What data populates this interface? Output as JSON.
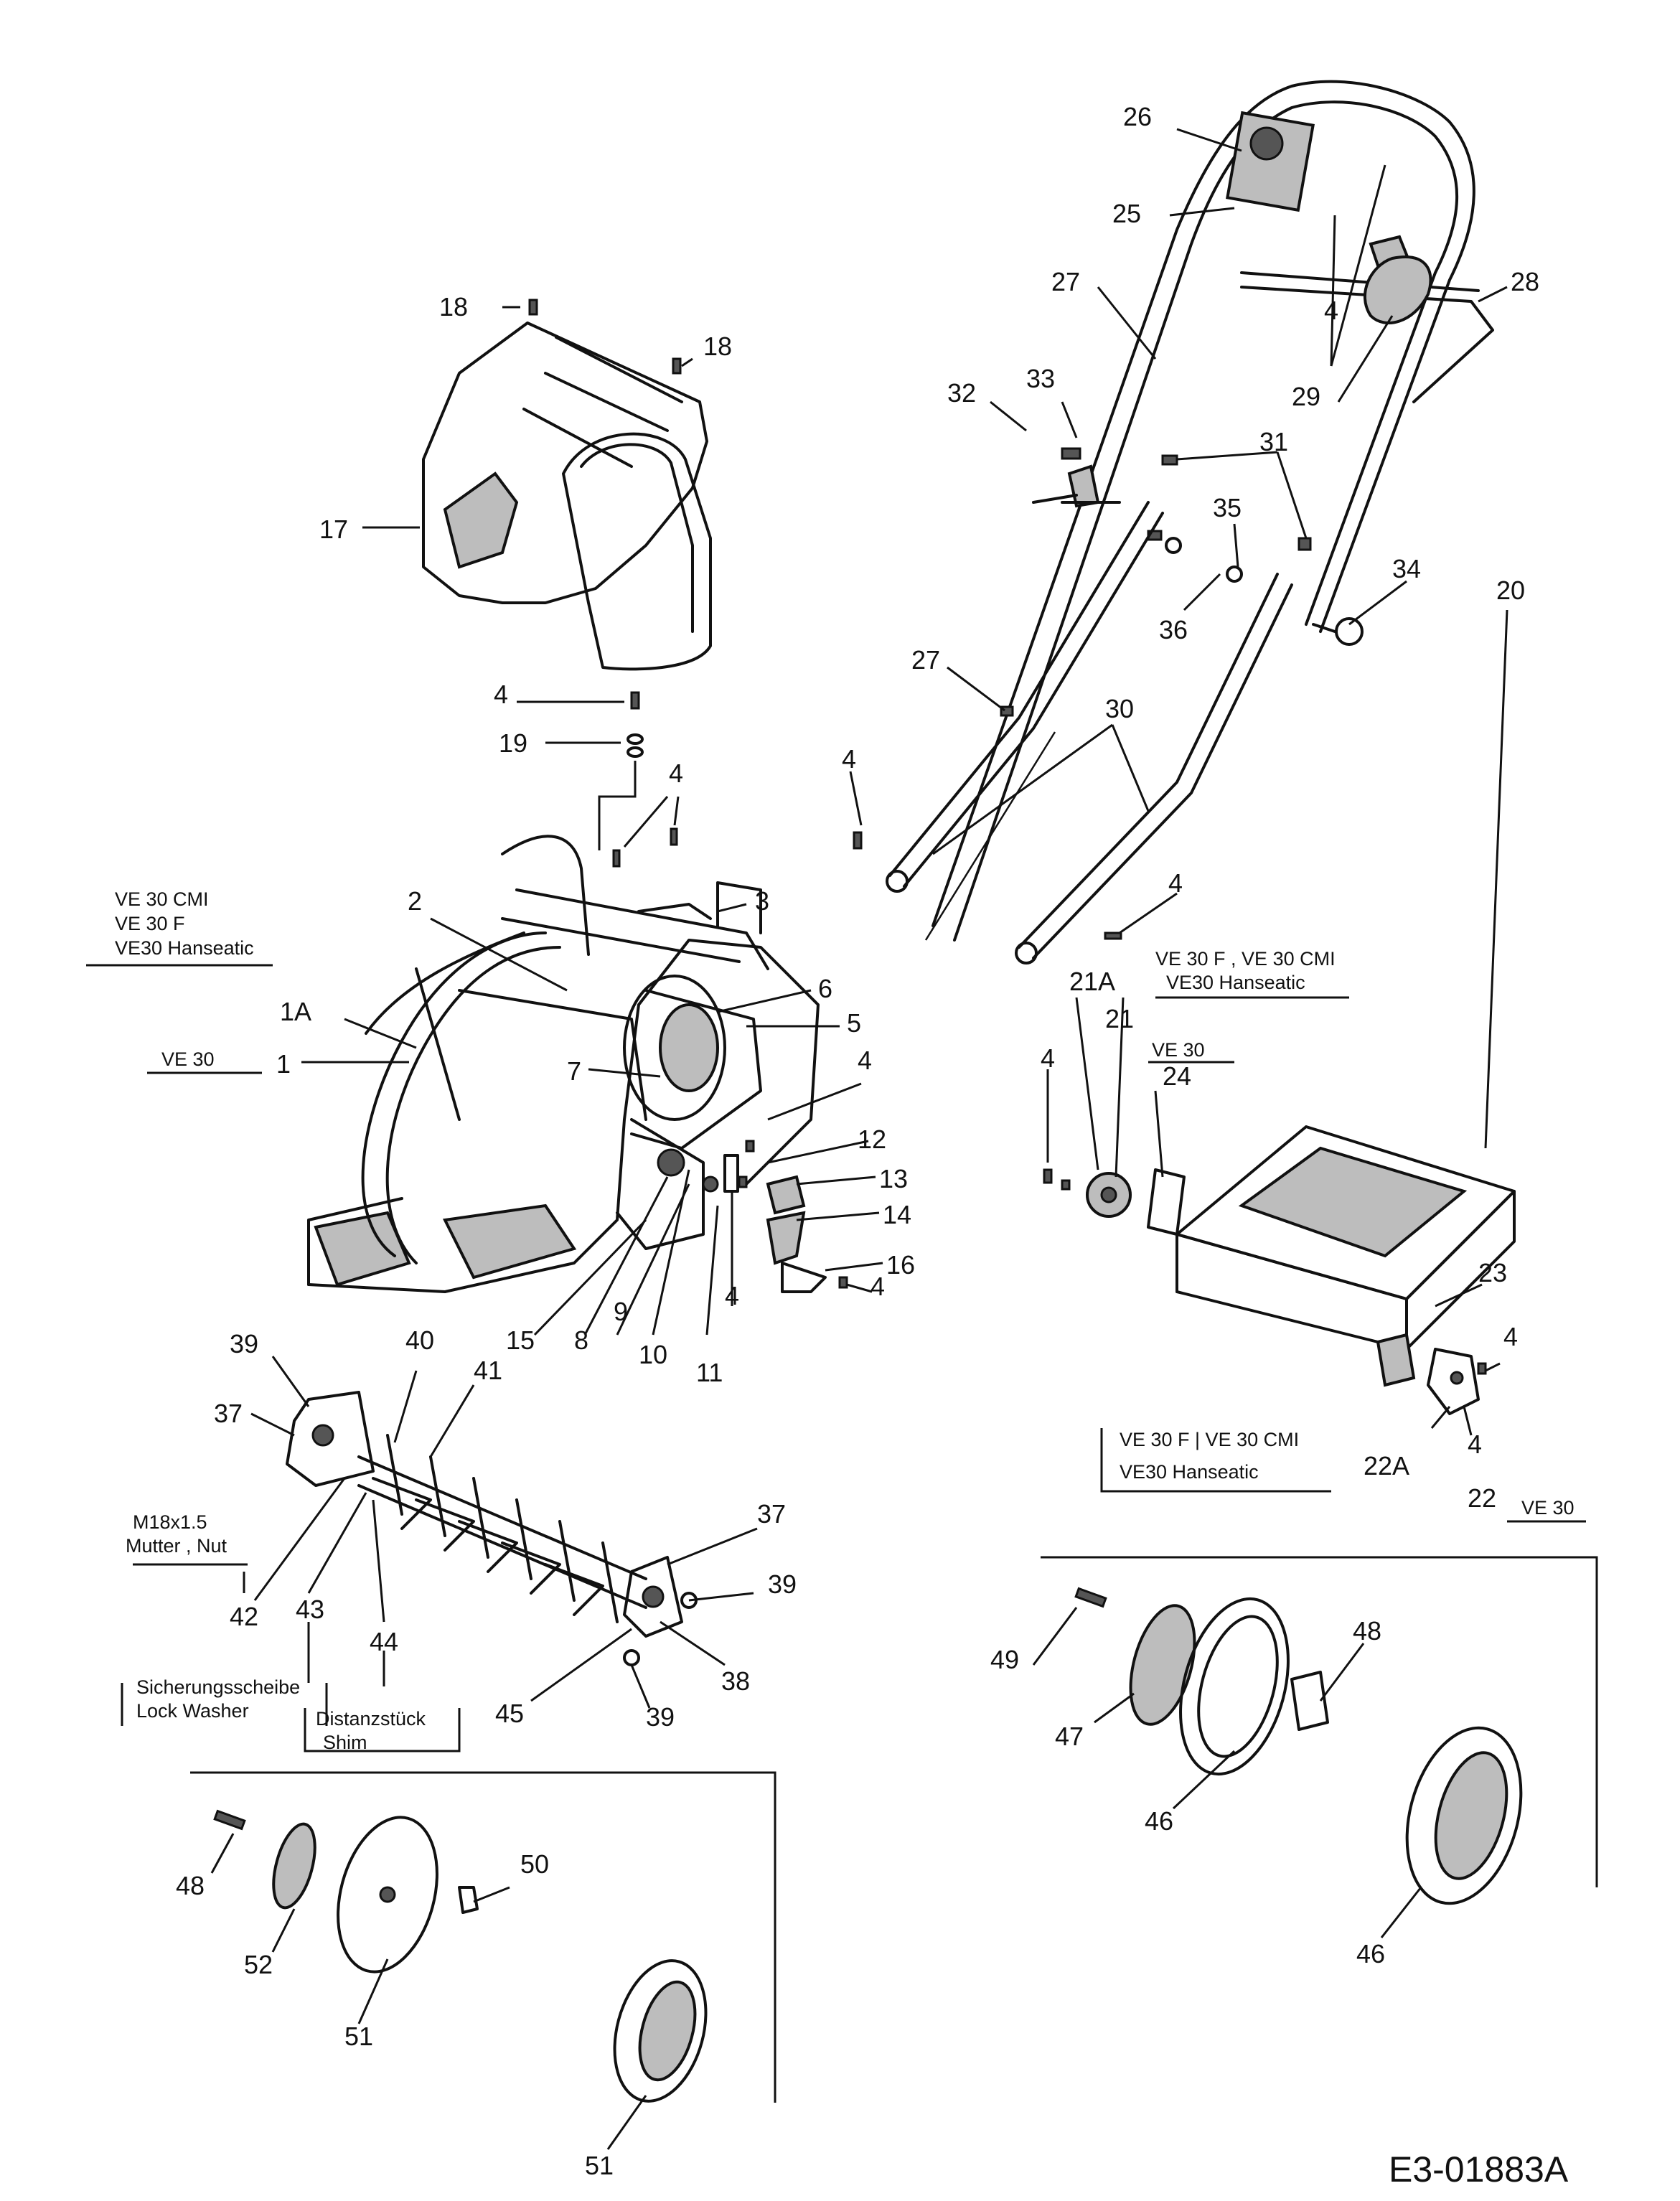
{
  "diagram_code": "E3-01883A",
  "callouts": {
    "c1": "1",
    "c1A": "1A",
    "c2": "2",
    "c3": "3",
    "c4a": "4",
    "c4b": "4",
    "c4c": "4",
    "c4d": "4",
    "c4e": "4",
    "c4f": "4",
    "c4g": "4",
    "c4h": "4",
    "c4i": "4",
    "c4j": "4",
    "c4k": "4",
    "c5": "5",
    "c6": "6",
    "c7": "7",
    "c8": "8",
    "c9": "9",
    "c10": "10",
    "c11": "11",
    "c12": "12",
    "c13": "13",
    "c14": "14",
    "c15": "15",
    "c16": "16",
    "c17": "17",
    "c18a": "18",
    "c18b": "18",
    "c19": "19",
    "c20": "20",
    "c21": "21",
    "c21A": "21A",
    "c22": "22",
    "c22A": "22A",
    "c23": "23",
    "c24": "24",
    "c25": "25",
    "c26": "26",
    "c27a": "27",
    "c27b": "27",
    "c28": "28",
    "c29": "29",
    "c30": "30",
    "c31": "31",
    "c32": "32",
    "c33": "33",
    "c34": "34",
    "c35": "35",
    "c36": "36",
    "c37a": "37",
    "c37b": "37",
    "c38": "38",
    "c39a": "39",
    "c39b": "39",
    "c39c": "39",
    "c40": "40",
    "c41": "41",
    "c42": "42",
    "c43": "43",
    "c44": "44",
    "c45": "45",
    "c46a": "46",
    "c46b": "46",
    "c47": "47",
    "c48a": "48",
    "c48b": "48",
    "c49": "49",
    "c50": "50",
    "c51a": "51",
    "c51b": "51",
    "c52": "52"
  },
  "notes": {
    "models_1A_line1": "VE 30 CMI",
    "models_1A_line2": "VE 30 F",
    "models_1A_line3": "VE30 Hanseatic",
    "model_1": "VE 30",
    "models_21A_line1": "VE 30 F , VE 30 CMI",
    "models_21A_line2": "VE30 Hanseatic",
    "model_21": "VE 30",
    "models_22A_line1": "VE 30 F | VE 30 CMI",
    "models_22A_line2": "VE30 Hanseatic",
    "model_22": "VE 30",
    "nut_line1": "M18x1.5",
    "nut_line2": "Mutter , Nut",
    "washer_line1": "Sicherungsscheibe",
    "washer_line2": "Lock Washer",
    "shim_line1": "Distanzstück",
    "shim_line2": "Shim"
  }
}
